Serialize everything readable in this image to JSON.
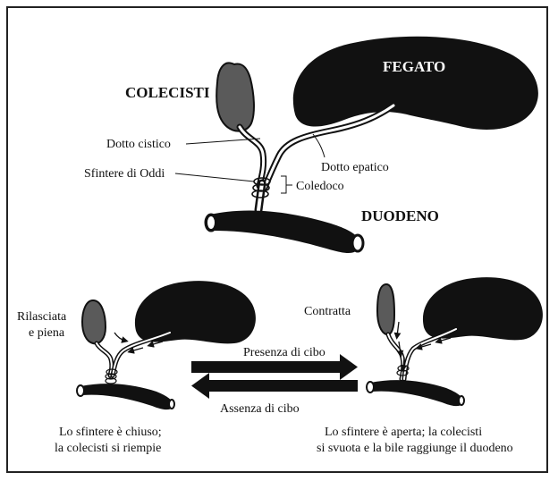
{
  "colors": {
    "organ": "#111111",
    "gallbladder": "#5a5a5a",
    "duct_outline": "#111111",
    "duct_fill": "#ffffff",
    "background": "#ffffff"
  },
  "top": {
    "liver": "FEGATO",
    "gallbladder": "COLECISTI",
    "cystic_duct": "Dotto cistico",
    "sphincter": "Sfintere di Oddi",
    "hepatic_duct": "Dotto epatico",
    "common_duct": "Coledoco",
    "duodenum": "DUODENO"
  },
  "left_state": {
    "label_line1": "Rilasciata",
    "label_line2": "e piena",
    "caption_line1": "Lo sfintere è chiuso;",
    "caption_line2": "la colecisti si riempie"
  },
  "right_state": {
    "label": "Contratta",
    "caption_line1": "Lo sfintere è aperta; la colecisti",
    "caption_line2": "si svuota e la bile raggiunge il duodeno"
  },
  "arrows": {
    "forward": "Presenza di cibo",
    "backward": "Assenza di cibo"
  }
}
